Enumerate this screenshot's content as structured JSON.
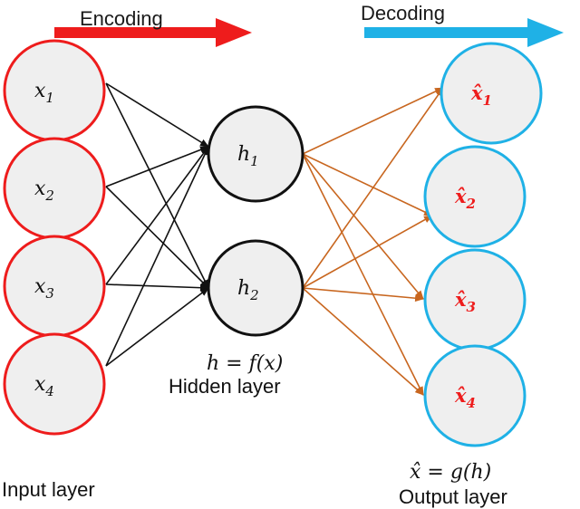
{
  "banners": {
    "encoding": {
      "label": "Encoding",
      "color": "#ee1c1c"
    },
    "decoding": {
      "label": "Decoding",
      "color": "#1fb1e6"
    }
  },
  "input_nodes": [
    {
      "var": "x",
      "sub": "1"
    },
    {
      "var": "x",
      "sub": "2"
    },
    {
      "var": "x",
      "sub": "3"
    },
    {
      "var": "x",
      "sub": "4"
    }
  ],
  "hidden_nodes": [
    {
      "var": "h",
      "sub": "1"
    },
    {
      "var": "h",
      "sub": "2"
    }
  ],
  "output_nodes": [
    {
      "var": "x̂",
      "sub": "1"
    },
    {
      "var": "x̂",
      "sub": "2"
    },
    {
      "var": "x̂",
      "sub": "3"
    },
    {
      "var": "x̂",
      "sub": "4"
    }
  ],
  "captions": {
    "input_layer": "Input layer",
    "hidden_formula": "h = f(x)",
    "hidden_layer": "Hidden layer",
    "output_formula": "x̂ = g(h)",
    "output_layer": "Output layer"
  },
  "colors": {
    "input_stroke": "#ee1c1c",
    "hidden_stroke": "#111111",
    "output_stroke": "#1fb1e6",
    "node_fill": "#efefef",
    "encoder_edges": "#111111",
    "decoder_edges": "#c8661f",
    "output_label": "#ee1c1c"
  }
}
